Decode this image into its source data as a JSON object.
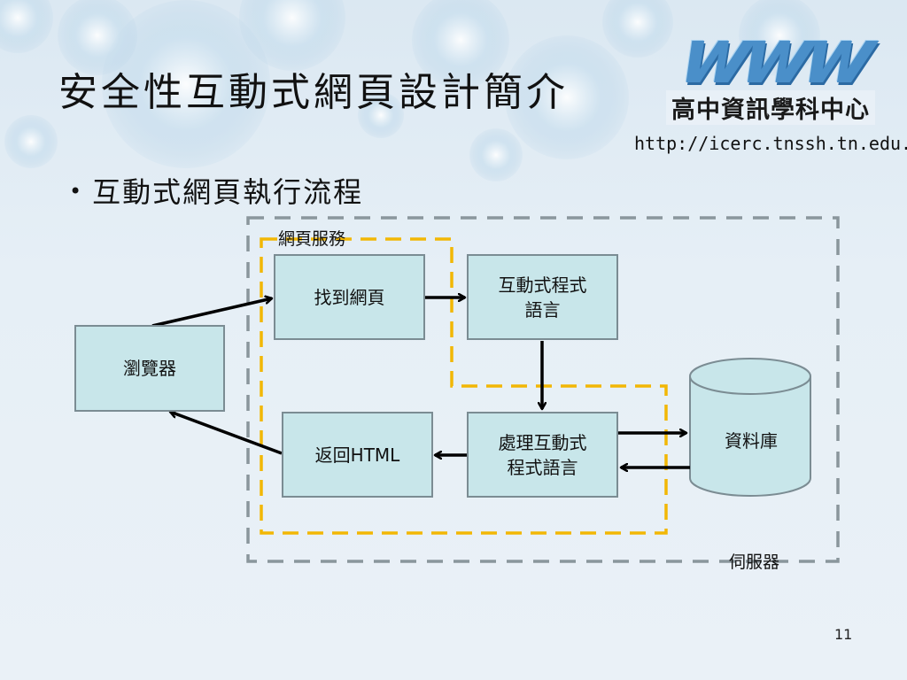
{
  "slide": {
    "title": "安全性互動式網頁設計簡介",
    "page_number": "11"
  },
  "logo": {
    "www": "www",
    "name": "高中資訊學科中心",
    "url": "http://icerc.tnssh.tn.edu.tw"
  },
  "bullet": {
    "marker": "•",
    "text": "互動式網頁執行流程"
  },
  "diagram": {
    "web_service_label": "網頁服務",
    "server_label": "伺服器",
    "nodes": {
      "browser": "瀏覽器",
      "find_page": "找到網頁",
      "interactive_lang": "互動式程式\n語言",
      "process_lang": "處理互動式\n程式語言",
      "return_html": "返回HTML",
      "database": "資料庫"
    },
    "colors": {
      "box_fill": "#c8e6ea",
      "box_border": "#7b8c93",
      "web_service_dash": "#f2b705",
      "server_dash": "#8a969c",
      "database_fill": "#c8e6ea"
    }
  }
}
